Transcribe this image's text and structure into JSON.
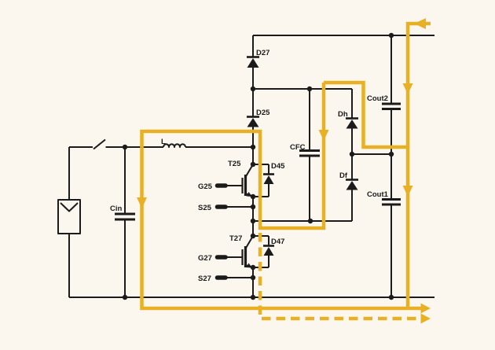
{
  "diagram": {
    "labels": {
      "l": "L",
      "cin": "Cin",
      "cfc": "CFC",
      "cout1": "Cout1",
      "cout2": "Cout2",
      "d27": "D27",
      "d25": "D25",
      "d45": "D45",
      "d47": "D47",
      "dh": "Dh",
      "df": "Df",
      "t25": "T25",
      "t27": "T27",
      "g25": "G25",
      "s25": "S25",
      "g27": "G27",
      "s27": "S27"
    },
    "colors": {
      "background": "#FBF7EF",
      "wire": "#1B1B1B",
      "highlight": "#E8B125"
    }
  }
}
